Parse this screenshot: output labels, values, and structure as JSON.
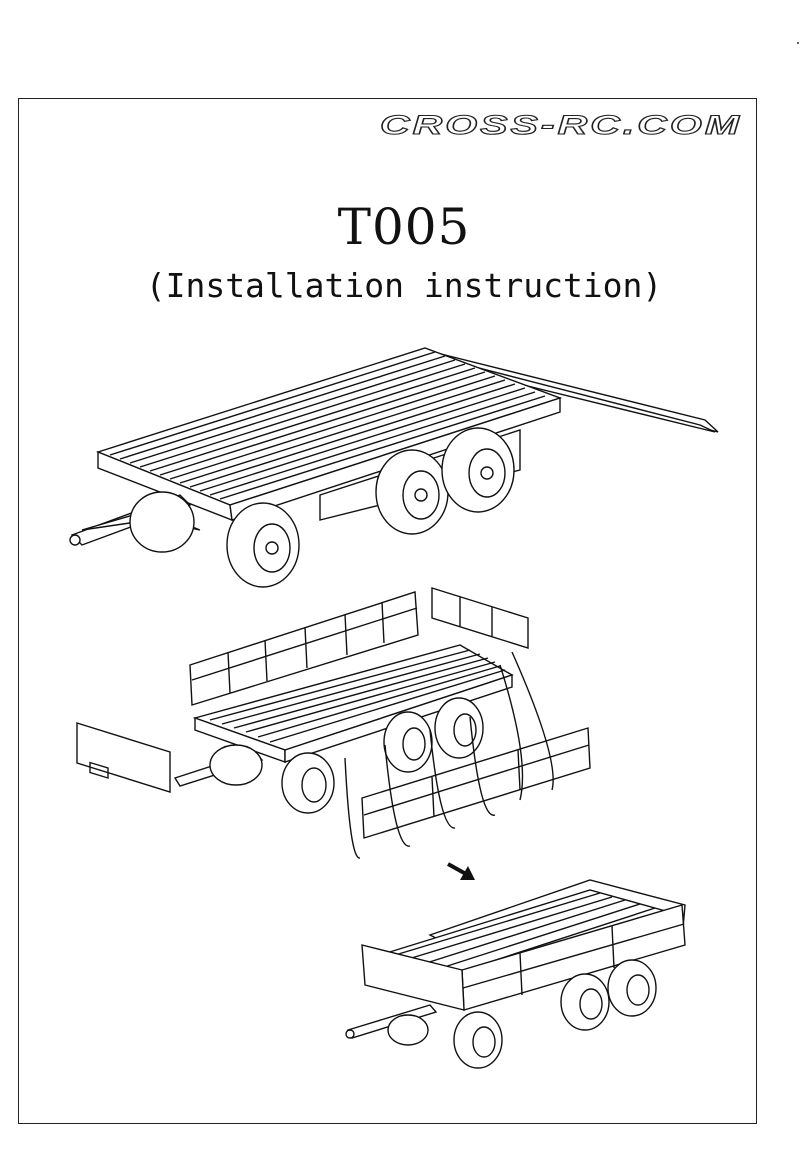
{
  "header": {
    "brand": "CROSS-RC.COM"
  },
  "document": {
    "title": "T005",
    "subtitle": "(Installation instruction)"
  },
  "illustrations": [
    {
      "name": "trailer-flatbed"
    },
    {
      "name": "trailer-exploded-sideboards"
    },
    {
      "name": "trailer-assembled"
    }
  ]
}
